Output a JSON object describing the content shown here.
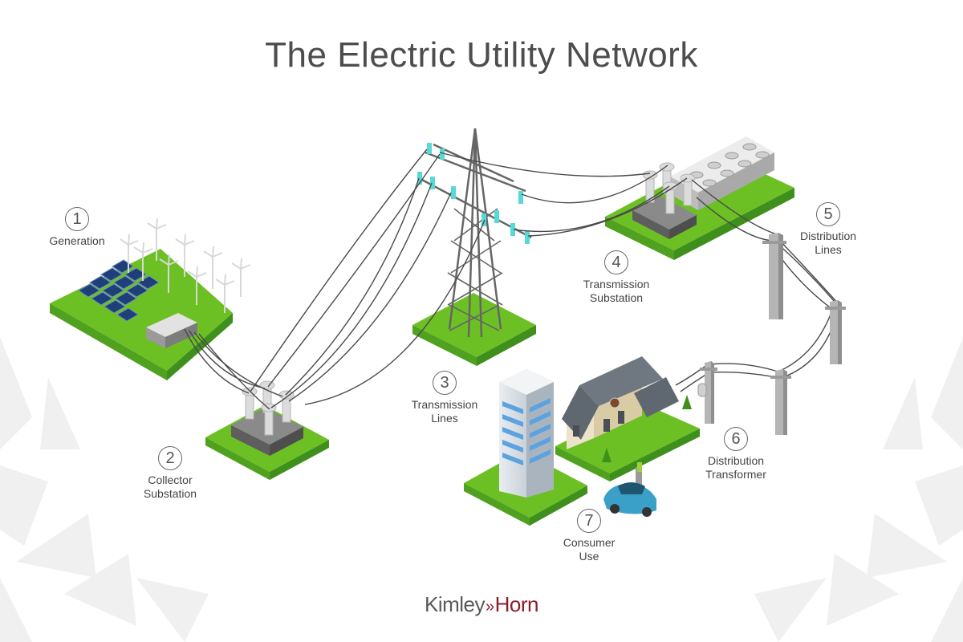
{
  "title": "The Electric Utility Network",
  "steps": [
    {
      "num": "1",
      "label": "Generation"
    },
    {
      "num": "2",
      "label": "Collector\nSubstation"
    },
    {
      "num": "3",
      "label": "Transmission\nLines"
    },
    {
      "num": "4",
      "label": "Transmission\nSubstation"
    },
    {
      "num": "5",
      "label": "Distribution\nLines"
    },
    {
      "num": "6",
      "label": "Distribution\nTransformer"
    },
    {
      "num": "7",
      "label": "Consumer\nUse"
    }
  ],
  "logo": {
    "left": "Kimley",
    "arrows": "»",
    "right": "Horn"
  },
  "colors": {
    "grass": "#6cc024",
    "grass_side": "#3f8f1c",
    "steel": "#6b6b6b",
    "insulator": "#57d9d6",
    "brand": "#8c1d2b"
  }
}
